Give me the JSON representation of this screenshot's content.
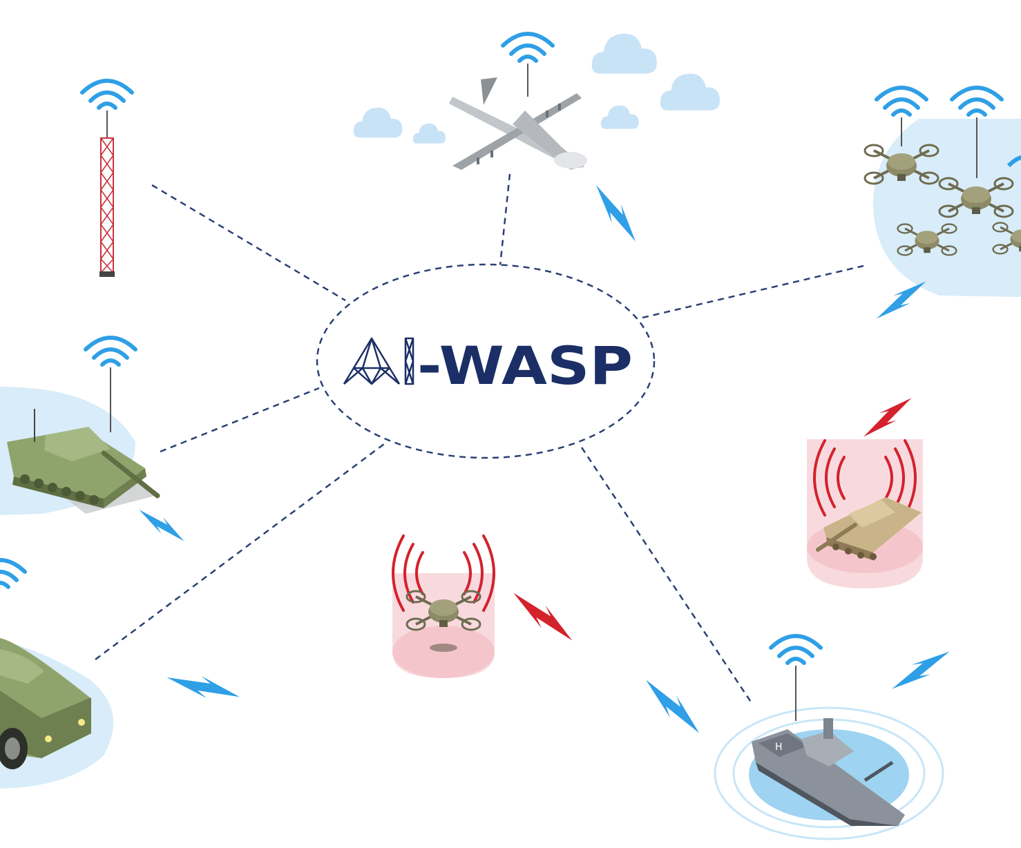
{
  "logo": {
    "prefix": "AI",
    "suffix": "-WASP"
  },
  "colors": {
    "navy": "#1b2f66",
    "link_line": "#2a3f73",
    "wifi": "#2f9fe6",
    "lightning_friendly": "#2f9fe6",
    "lightning_hostile": "#d3222c",
    "friendly_zone": "#d8ecf9",
    "hostile_zone": "#f7d4d8",
    "cloud": "#c8e2f6",
    "tank_green": "#8fa46c",
    "desert_tan": "#c9b48a",
    "drone_olive": "#8c8a67",
    "aircraft_grey": "#9ea3a8",
    "ship_grey": "#6f7680",
    "tower_red": "#c9323c"
  },
  "nodes": [
    {
      "id": "comm-tower",
      "kind": "friendly"
    },
    {
      "id": "uav-aircraft",
      "kind": "friendly"
    },
    {
      "id": "drone-swarm",
      "kind": "friendly"
    },
    {
      "id": "main-battle-tank",
      "kind": "friendly"
    },
    {
      "id": "armored-vehicle",
      "kind": "friendly"
    },
    {
      "id": "naval-ship",
      "kind": "friendly"
    },
    {
      "id": "hostile-drone",
      "kind": "hostile"
    },
    {
      "id": "hostile-tank",
      "kind": "hostile"
    }
  ],
  "icons": [
    "wifi-icon",
    "lightning-icon",
    "cloud-icon",
    "jamming-signal-icon"
  ]
}
